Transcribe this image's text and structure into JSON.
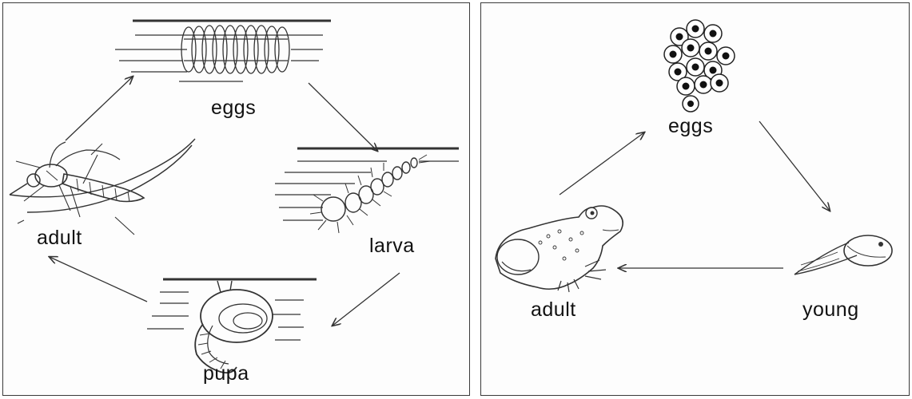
{
  "mosquito_cycle": {
    "stages": {
      "eggs": "eggs",
      "larva": "larva",
      "pupa": "pupa",
      "adult": "adult"
    }
  },
  "frog_cycle": {
    "stages": {
      "eggs": "eggs",
      "young": "young",
      "adult": "adult"
    }
  },
  "colors": {
    "ink": "#222222",
    "line": "#333333",
    "background": "#fdfdfd"
  }
}
